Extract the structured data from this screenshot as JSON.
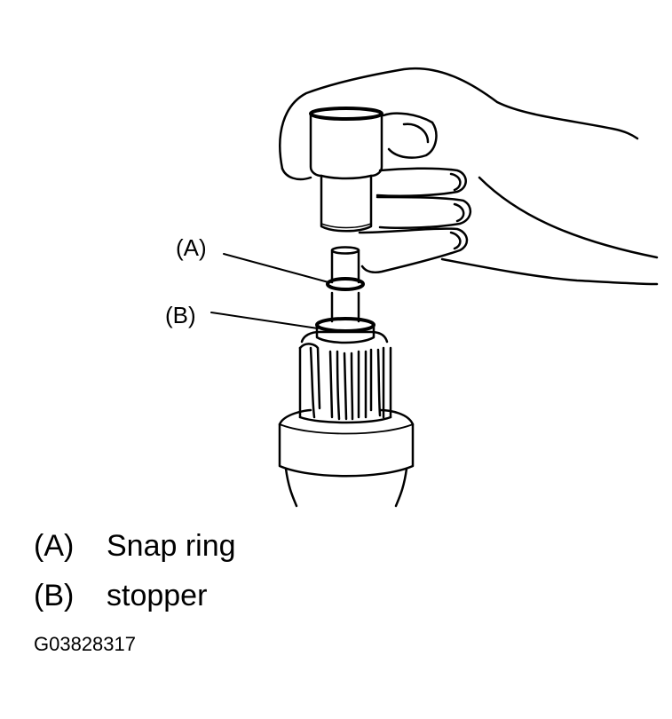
{
  "callouts": {
    "a": "(A)",
    "b": "(B)"
  },
  "legend": [
    {
      "key": "(A)",
      "text": "Snap ring"
    },
    {
      "key": "(B)",
      "text": "stopper"
    }
  ],
  "figure_id": "G03828317",
  "colors": {
    "ink": "#000000",
    "paper": "#ffffff"
  }
}
